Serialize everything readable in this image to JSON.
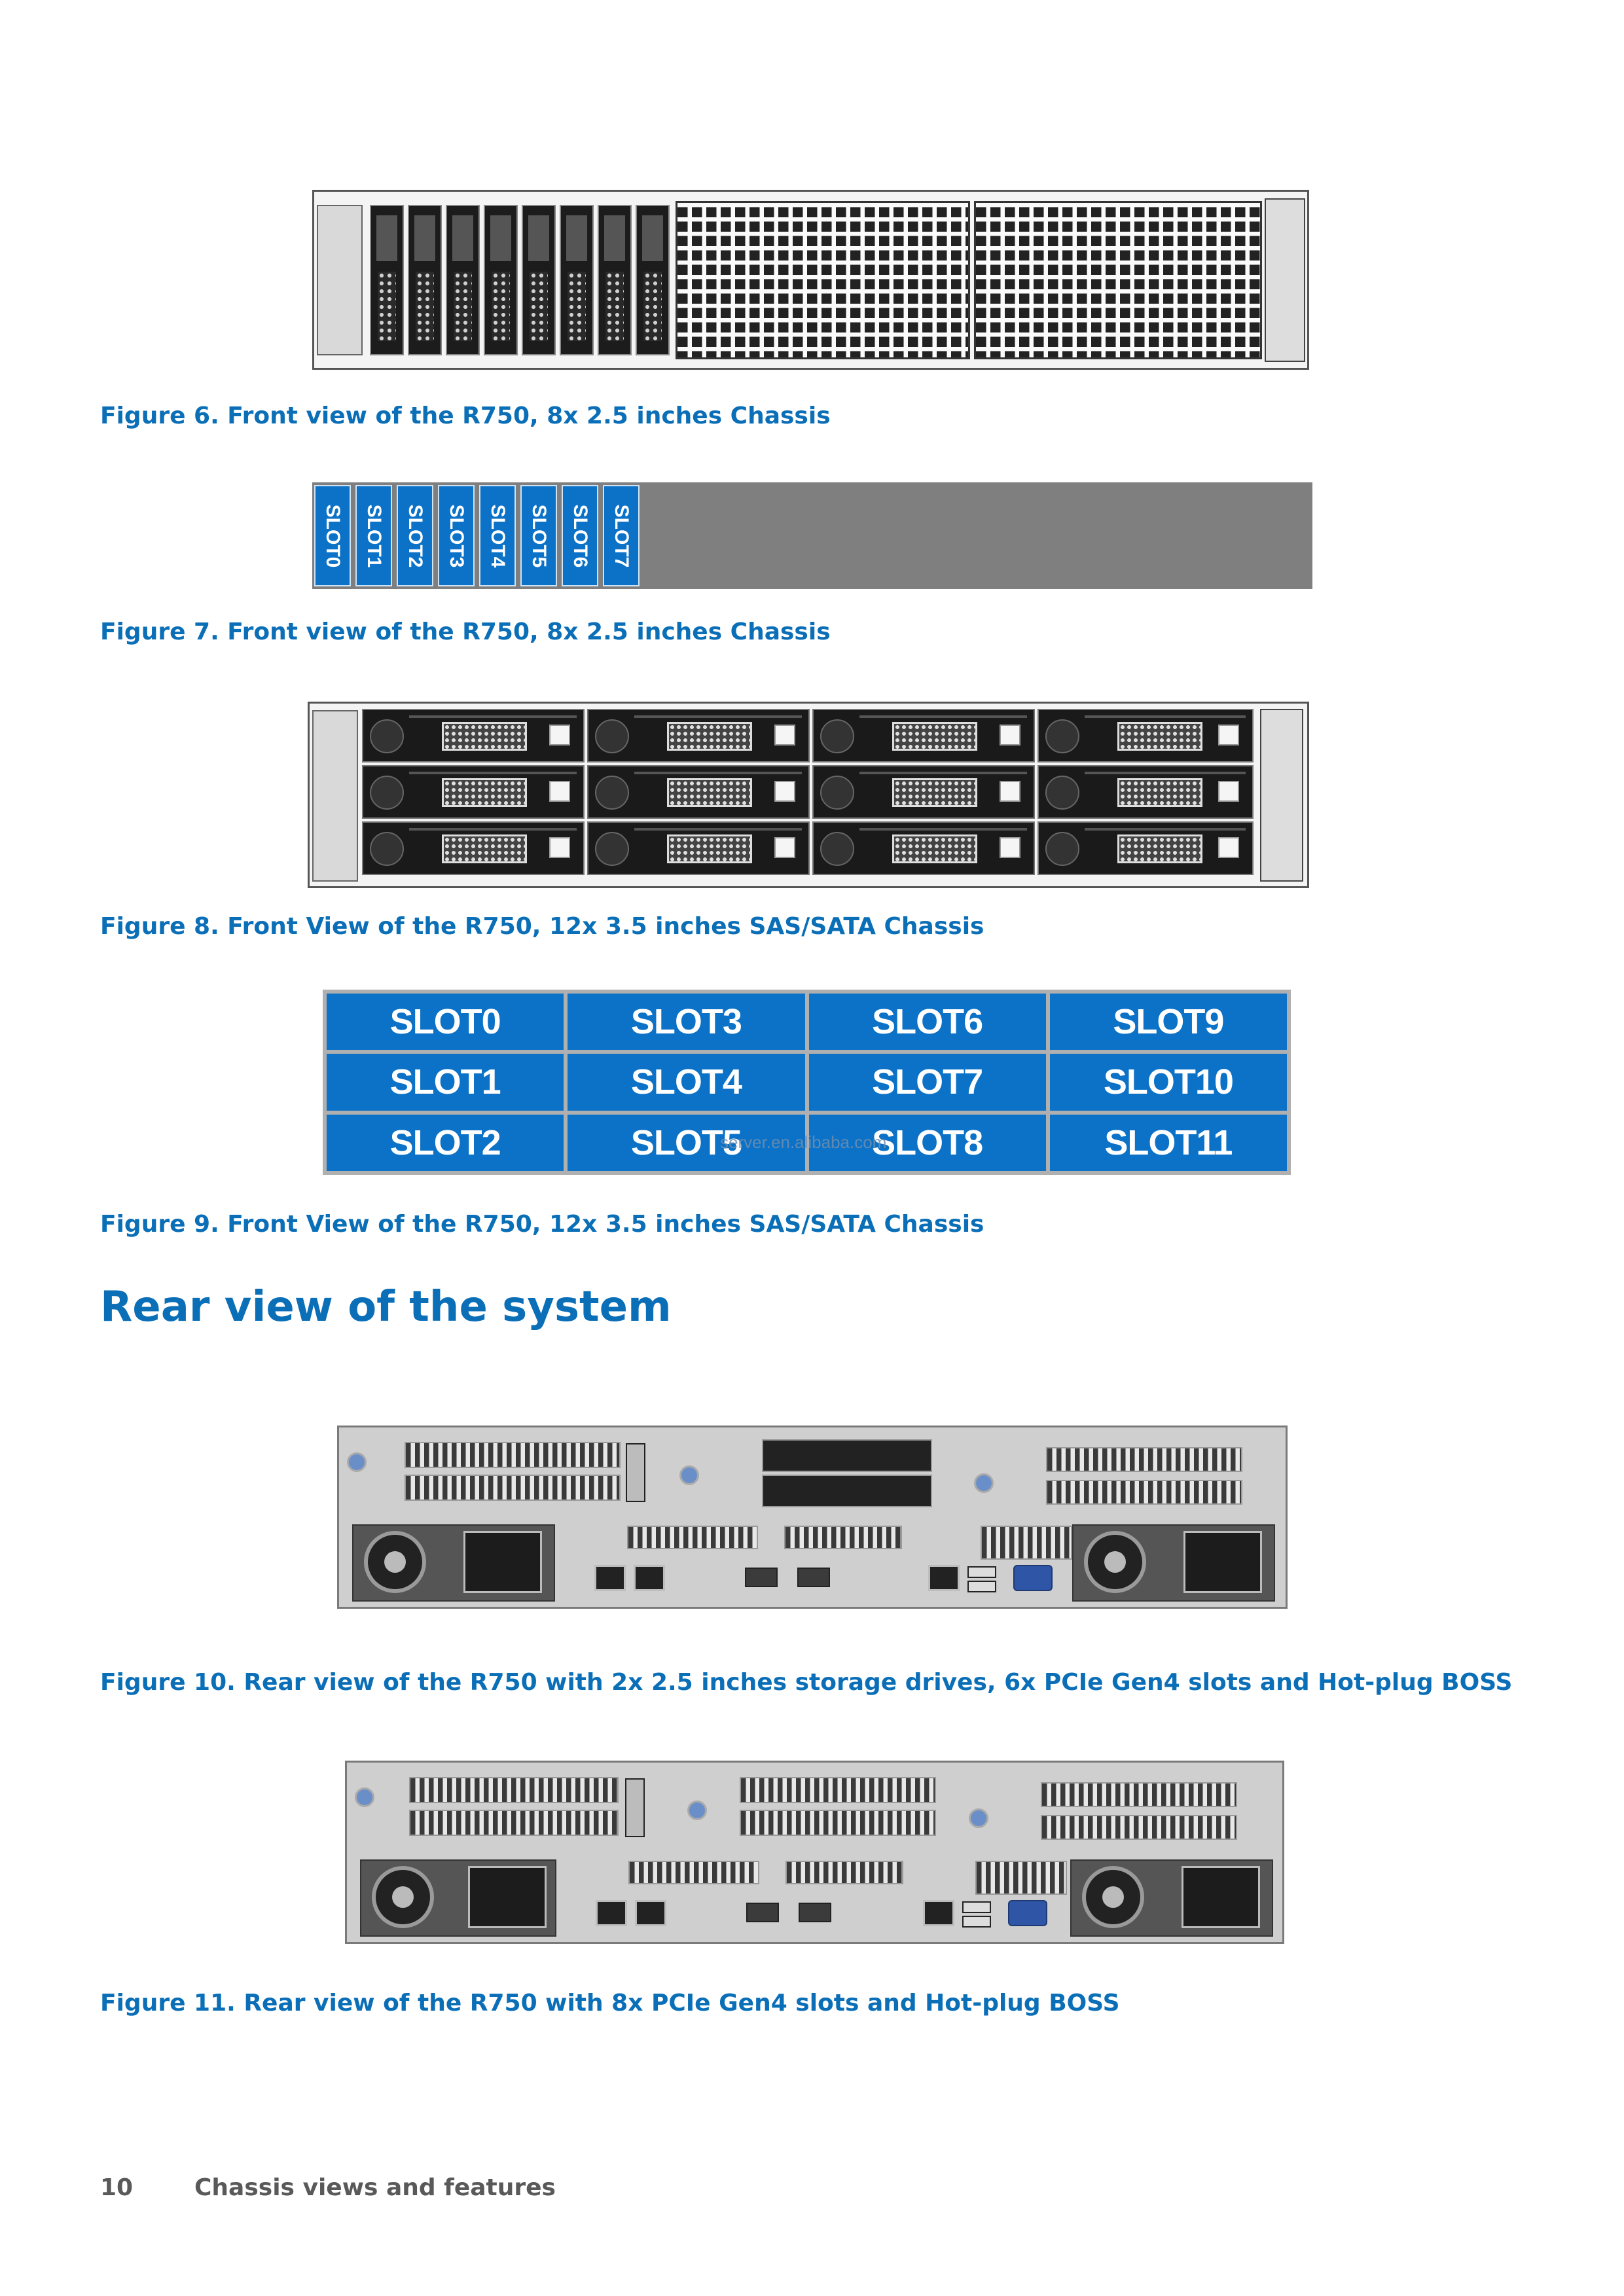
{
  "figures": {
    "fig6_caption": "Figure 6. Front view of the R750, 8x 2.5 inches Chassis",
    "fig7_caption": "Figure 7. Front view of the R750, 8x 2.5 inches Chassis",
    "fig8_caption": "Figure 8. Front View of the R750, 12x 3.5 inches SAS/SATA Chassis",
    "fig9_caption": "Figure 9. Front View of the R750, 12x 3.5 inches SAS/SATA Chassis",
    "fig10_caption": "Figure 10. Rear view of the R750 with 2x 2.5 inches storage drives, 6x PCIe Gen4 slots and Hot-plug BOSS",
    "fig11_caption": "Figure 11. Rear view of the R750 with 8x PCIe Gen4 slots and Hot-plug BOSS"
  },
  "fig7_slots": [
    "SLOT0",
    "SLOT1",
    "SLOT2",
    "SLOT3",
    "SLOT4",
    "SLOT5",
    "SLOT6",
    "SLOT7"
  ],
  "fig9_slots": [
    [
      "SLOT0",
      "SLOT3",
      "SLOT6",
      "SLOT9"
    ],
    [
      "SLOT1",
      "SLOT4",
      "SLOT7",
      "SLOT10"
    ],
    [
      "SLOT2",
      "SLOT5",
      "SLOT8",
      "SLOT11"
    ]
  ],
  "section": {
    "heading": "Rear view of the system"
  },
  "watermark": "server.en.alibaba.com",
  "footer": {
    "page_number": "10",
    "section_title": "Chassis views and features"
  },
  "colors": {
    "caption_blue": "#0b6fb8",
    "slot_blue": "#0b72c7",
    "strip_gray": "#7f7f7f"
  }
}
